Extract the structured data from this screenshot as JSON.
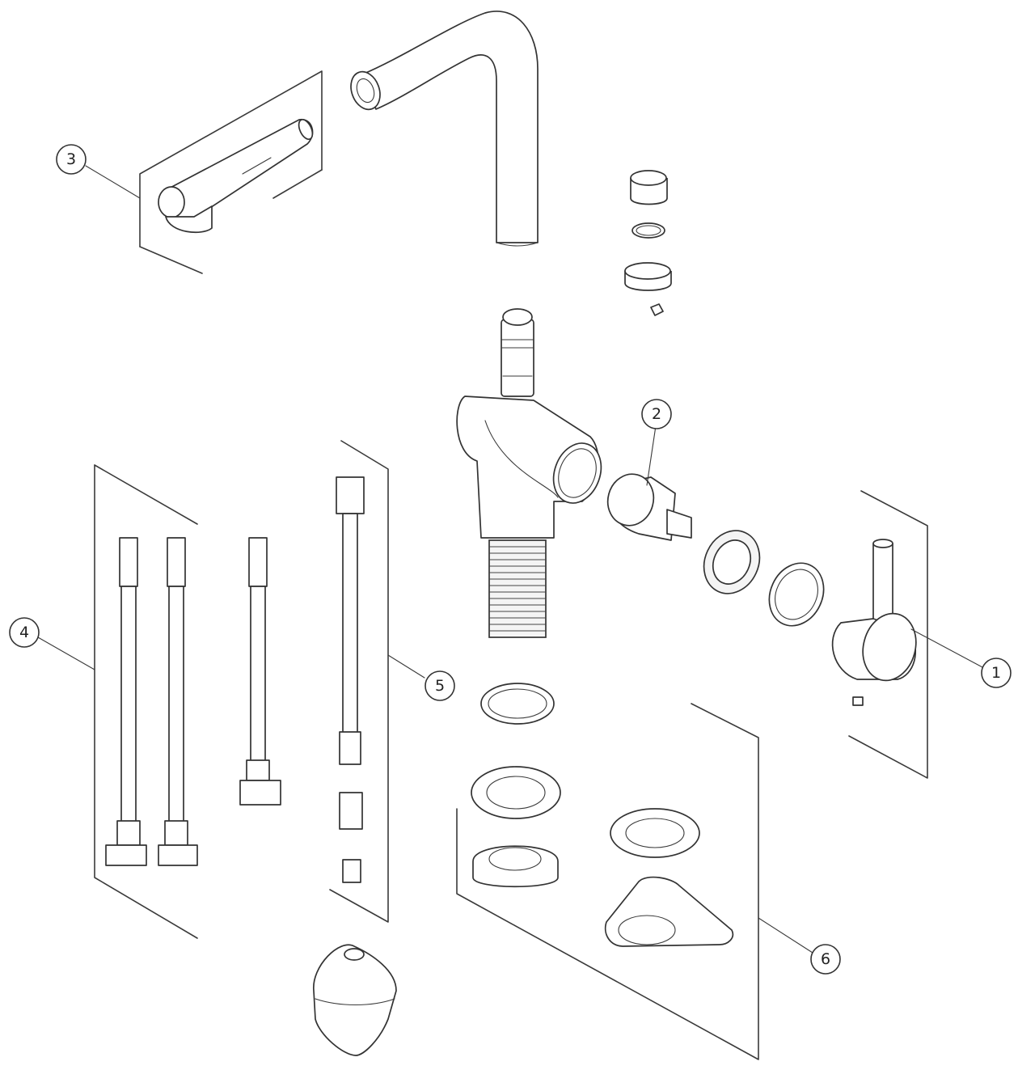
{
  "diagram": {
    "type": "exploded-parts-view",
    "callouts": [
      {
        "id": "1",
        "label": "1"
      },
      {
        "id": "2",
        "label": "2"
      },
      {
        "id": "3",
        "label": "3"
      },
      {
        "id": "4",
        "label": "4"
      },
      {
        "id": "5",
        "label": "5"
      },
      {
        "id": "6",
        "label": "6"
      }
    ]
  },
  "colors": {
    "line": "#333333",
    "background": "#ffffff"
  }
}
